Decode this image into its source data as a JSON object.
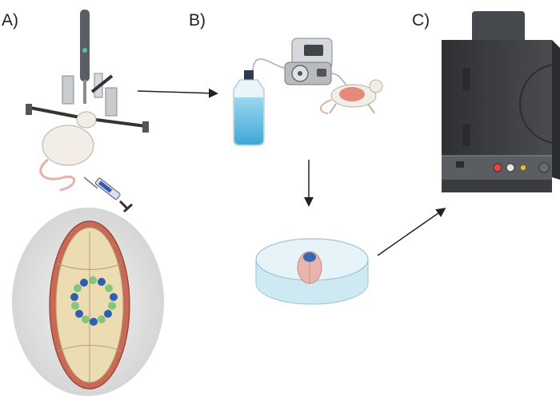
{
  "panels": {
    "a": {
      "label": "A)"
    },
    "b": {
      "label": "B)"
    },
    "c": {
      "label": "C)"
    }
  },
  "colors": {
    "background": "#ffffff",
    "arrow": "#222222",
    "brain_pink": "#e9b6ad",
    "bottle_liquid": "#6fc3e6",
    "device_dark": "#3f4144",
    "skull_bone": "#ecdcb2",
    "skull_rim": "#c86a55",
    "injection_blue": "#2f5fb0",
    "injection_green": "#86c57a"
  },
  "icons": [
    "stereotaxic-frame-icon",
    "mouse-icon",
    "syringe-icon",
    "skull-window-icon",
    "perfusion-pump-icon",
    "saline-bottle-icon",
    "perfused-mouse-icon",
    "petri-dish-brain-icon",
    "imaging-device-icon"
  ]
}
